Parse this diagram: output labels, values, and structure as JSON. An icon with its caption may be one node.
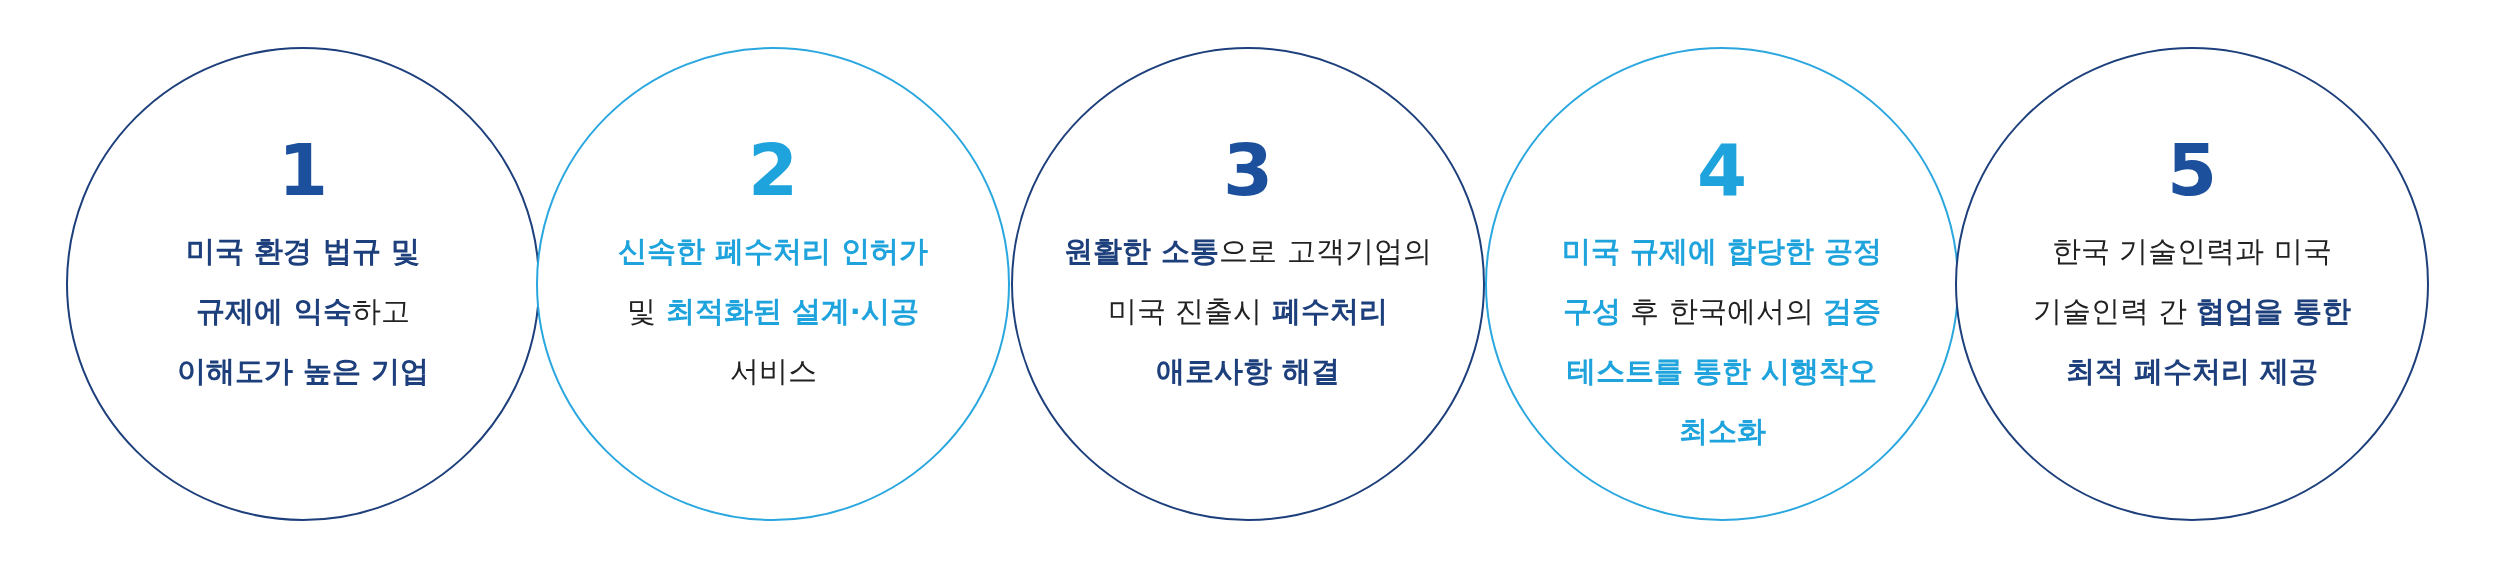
{
  "diagram": {
    "nodes": [
      {
        "text": [
          "1",
          "**미국 환경 법규 및 규제에 익숙**하고 **이해도가 높은 기업**"
        ]
      },
      {
        "text": [
          "2",
          "**신속한 폐수처리 인허가** 및 **최적화된 설계·시공** 서비스"
        ]
      },
      {
        "text": [
          "3",
          "**원활한 소통**으로 고객기업의 미국 진출시 **폐수처리 애로사항 해결**"
        ]
      },
      {
        "text": [
          "4",
          "**미국 규제에 합당한 공정 구성** 후 한국에서의 **검증 테스트를 통한 시행착오 최소화**"
        ]
      },
      {
        "text": [
          "5",
          "한국 기술인력과 미국 기술인력 간 **협업을 통한 최적 폐수처리 제공**"
        ]
      }
    ]
  }
}
